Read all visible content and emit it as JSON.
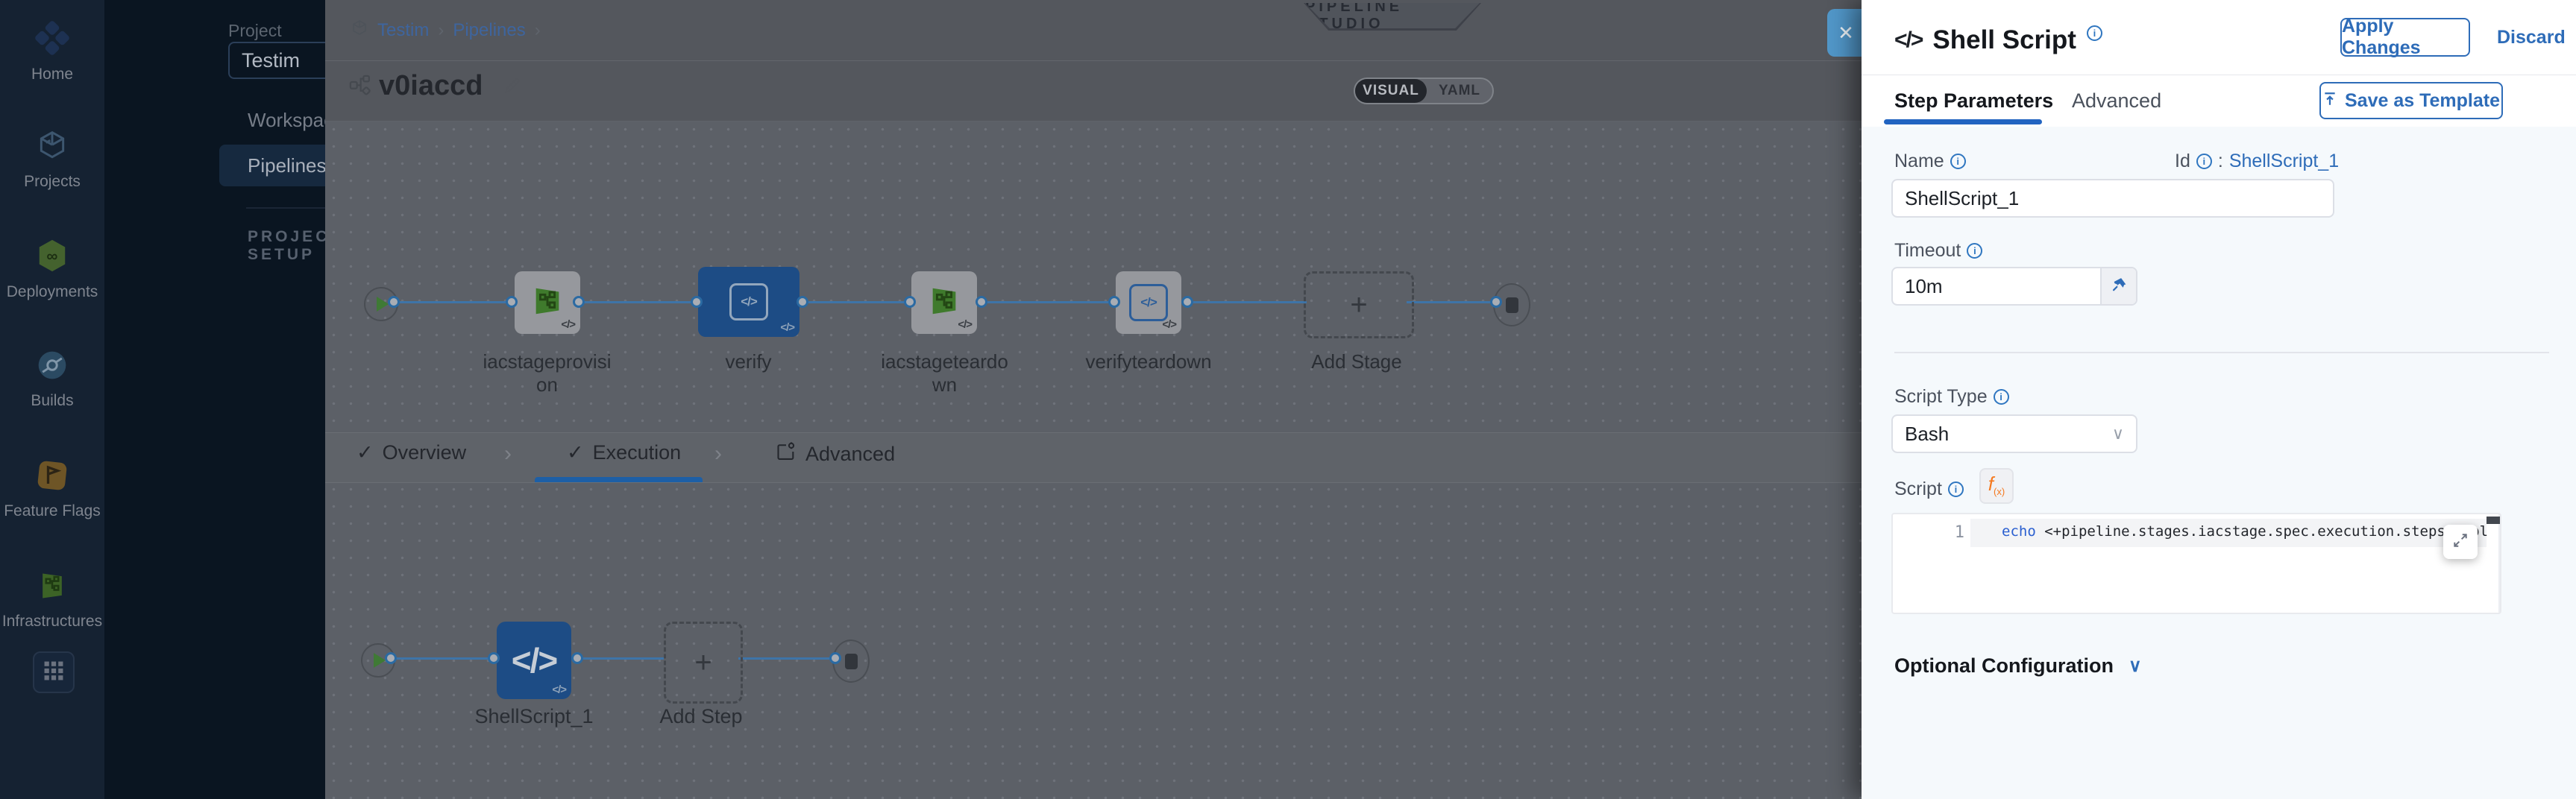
{
  "icons": {
    "code": "</>",
    "plus": "+",
    "check": "✓",
    "chevron_right": "›",
    "chevron_down": "∨",
    "close": "✕",
    "info": "i",
    "colon": ":",
    "infinity": "∞",
    "flag": "⚑"
  },
  "sidebar": {
    "items": [
      {
        "label": "Home"
      },
      {
        "label": "Projects"
      },
      {
        "label": "Deployments"
      },
      {
        "label": "Builds"
      },
      {
        "label": "Feature Flags"
      },
      {
        "label": "Infrastructures"
      }
    ]
  },
  "nav": {
    "project_label": "Project",
    "project_name": "Testim",
    "workspaces": "Workspaces",
    "pipelines": "Pipelines",
    "project_setup": "PROJECT SETUP"
  },
  "header": {
    "breadcrumb_project": "Testim",
    "breadcrumb_pipelines": "Pipelines",
    "studio_badge": "PIPELINE STUDIO",
    "pipeline_name": "v0iaccd",
    "visual": "VISUAL",
    "yaml": "YAML"
  },
  "stage_graph": {
    "stages": [
      {
        "label": "iacstageprovision"
      },
      {
        "label": "verify"
      },
      {
        "label": "iacstageteardown"
      },
      {
        "label": "verifyteardown"
      }
    ],
    "add_stage_label": "Add Stage"
  },
  "stage_tabs": {
    "overview": "Overview",
    "execution": "Execution",
    "advanced": "Advanced"
  },
  "execution_graph": {
    "step_label": "ShellScript_1",
    "add_step_label": "Add Step"
  },
  "drawer": {
    "title": "Shell Script",
    "apply_button": "Apply Changes",
    "discard_button": "Discard",
    "tab_step_parameters": "Step Parameters",
    "tab_advanced": "Advanced",
    "save_as_template": "Save as Template",
    "name_label": "Name",
    "name_value": "ShellScript_1",
    "id_label": "Id",
    "id_value": "ShellScript_1",
    "timeout_label": "Timeout",
    "timeout_value": "10m",
    "script_type_label": "Script Type",
    "script_type_value": "Bash",
    "script_label": "Script",
    "fx_f": "f",
    "fx_x": "(x)",
    "code_line_number": "1",
    "code_keyword": "echo",
    "code_text": " <+pipeline.stages.iacstage.spec.execution.steps.appl",
    "optional_configuration": "Optional Configuration"
  }
}
